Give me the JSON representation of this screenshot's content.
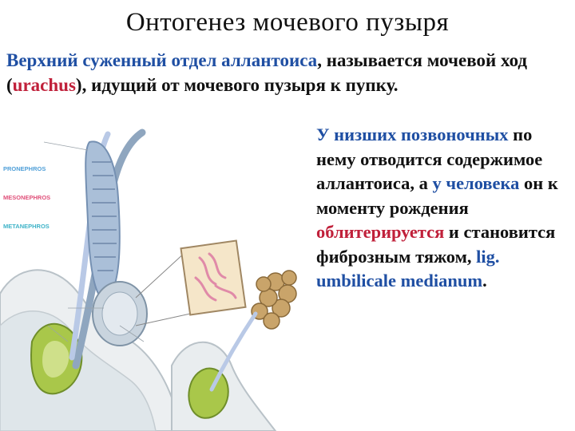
{
  "title": "Онтогенез мочевого пузыря",
  "intro": {
    "term": "Верхний суженный отдел аллантоиса",
    "text1": ", называется мочевой ход (",
    "latin": "urachus",
    "text2": "), идущий от мочевого пузыря к пупку."
  },
  "side": {
    "part1": "У низших позвоночных",
    "part2": " по нему отводится содержимое аллантоиса, а ",
    "part3": "у человека",
    "part4": " он к моменту рождения ",
    "part5": "облитерируется",
    "part6": " и становится фиброзным тяжом, ",
    "part7": "lig. umbilicale medianum",
    "part8": "."
  },
  "figure_labels": {
    "pronephros": "PRONEPHROS",
    "mesonephros": "MESONEPHROS",
    "metanephros": "METANEPHROS"
  },
  "colors": {
    "term_blue": "#1f4fa3",
    "latin_red": "#c0203a",
    "pronephros_blue": "#4f9fd8",
    "mesonephros_pink": "#e0507a",
    "metanephros_cyan": "#3fb3c8"
  }
}
